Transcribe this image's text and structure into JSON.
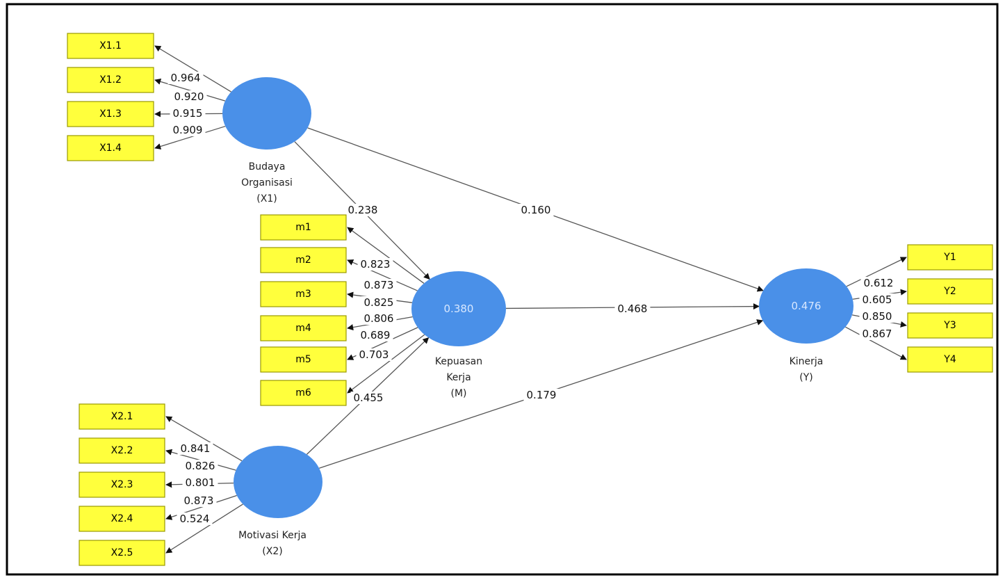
{
  "latents": [
    {
      "id": "X1",
      "name_lines": [
        "Budaya",
        "Organisasi",
        "(X1)"
      ],
      "r2": ""
    },
    {
      "id": "X2",
      "name_lines": [
        "Motivasi Kerja",
        "(X2)"
      ],
      "r2": ""
    },
    {
      "id": "M",
      "name_lines": [
        "Kepuasan",
        "Kerja",
        "(M)"
      ],
      "r2": "0.380"
    },
    {
      "id": "Y",
      "name_lines": [
        "Kinerja",
        "(Y)"
      ],
      "r2": "0.476"
    }
  ],
  "indicators": {
    "X1": [
      {
        "label": "X1.1",
        "loading": "0.964"
      },
      {
        "label": "X1.2",
        "loading": "0.920"
      },
      {
        "label": "X1.3",
        "loading": "0.915"
      },
      {
        "label": "X1.4",
        "loading": "0.909"
      }
    ],
    "M": [
      {
        "label": "m1",
        "loading": "0.823"
      },
      {
        "label": "m2",
        "loading": "0.873"
      },
      {
        "label": "m3",
        "loading": "0.825"
      },
      {
        "label": "m4",
        "loading": "0.806"
      },
      {
        "label": "m5",
        "loading": "0.689"
      },
      {
        "label": "m6",
        "loading": "0.703"
      }
    ],
    "X2": [
      {
        "label": "X2.1",
        "loading": "0.841"
      },
      {
        "label": "X2.2",
        "loading": "0.826"
      },
      {
        "label": "X2.3",
        "loading": "0.801"
      },
      {
        "label": "X2.4",
        "loading": "0.873"
      },
      {
        "label": "X2.5",
        "loading": "0.524"
      }
    ],
    "Y": [
      {
        "label": "Y1",
        "loading": "0.612"
      },
      {
        "label": "Y2",
        "loading": "0.605"
      },
      {
        "label": "Y3",
        "loading": "0.850"
      },
      {
        "label": "Y4",
        "loading": "0.867"
      }
    ]
  },
  "paths": [
    {
      "from": "X1",
      "to": "M",
      "coef": "0.238"
    },
    {
      "from": "X1",
      "to": "Y",
      "coef": "0.160"
    },
    {
      "from": "M",
      "to": "Y",
      "coef": "0.468"
    },
    {
      "from": "X2",
      "to": "M",
      "coef": "0.455"
    },
    {
      "from": "X2",
      "to": "Y",
      "coef": "0.179"
    }
  ]
}
